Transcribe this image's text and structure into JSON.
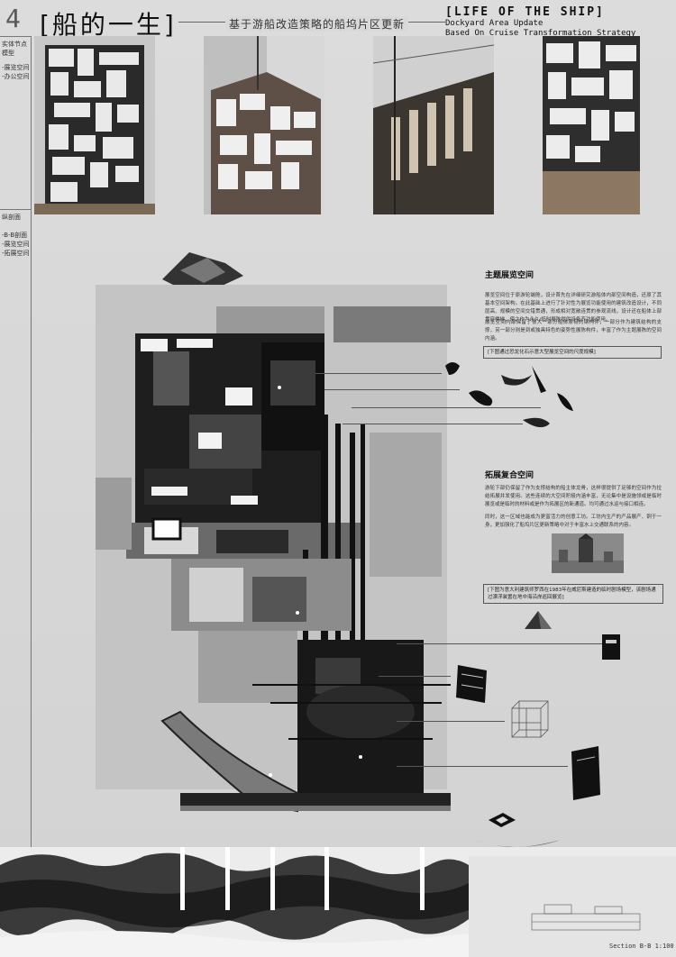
{
  "header": {
    "number": "4",
    "title_zh": "[船的一生]",
    "subtitle_zh": "基于游船改造策略的船坞片区更新",
    "title_en": "[LIFE OF THE SHIP]",
    "title_en_sub1": "Dockyard Area Update",
    "title_en_sub2": "Based On Cruise Transformation Strategy"
  },
  "rail": {
    "group1_title_a": "实体节点",
    "group1_title_b": "模型",
    "group1_item1": "-展览空间",
    "group1_item2": "-办公空间",
    "group2_title": "纵剖面",
    "group2_item1": "-B-B剖面",
    "group2_item2": "-展览空间",
    "group2_item3": "-拓展空间"
  },
  "exhibition": {
    "heading": "主题展览空间",
    "paragraph1": "展览空间位于原游轮端舱，设计首先在详细研究游船体内部空间构造，还原了其基本空间架构。在此基础上进行了针对性为展览功能使用的建筑改造设计，不同层高、规模的空间交错贯通，形成相对宽敞连贯的参观流线，设计还在船体上部贯穿楼梯，使之作为永久/临时展陈提供设备齐功能使用。",
    "paragraph2": "展览空间内部保留了很大一部分船体原有的钢构件，一部分作为建筑结构的支撑，另一部分则是到或独具特色的姿势性展陈构件，丰富了作为主题展陈的空间内涵。",
    "note": "[下图通过恐龙化石示意大型展览空间的尺度规模]"
  },
  "extension": {
    "heading": "拓展复合空间",
    "paragraph1": "游轮下部仍保留了作为支撑结构的船主体龙骨，这样很提供了足够的空间作为拉结拓展并发使用。这些连续的大空间积极内涵丰富，无论集中是设施领或是临时展览或是临时的材料或是作为拓展区的新通道。均可通过水运与接口相连。",
    "paragraph2": "同时，这一区域也能成为更富活力的创意工坊。工坊内生产的产品展产、铜于一身，更加强化了船坞片区更新策略中对于丰富水上交通联系的内容。",
    "note": "[下图为意大利建筑师罗西在1983年在威尼斯建造的临时剧场模型，该剧场通过漂浮装置在地中海沿岸巡回展览]"
  },
  "footer": {
    "scale": "Section B-B 1:100"
  }
}
